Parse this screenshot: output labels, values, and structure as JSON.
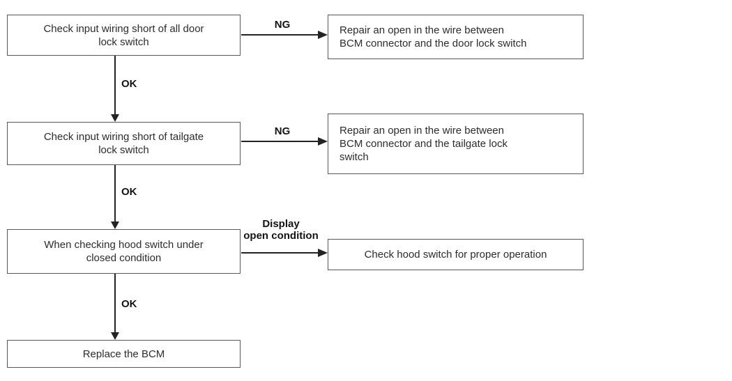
{
  "colors": {
    "background": "#ffffff",
    "box_border": "#565656",
    "line": "#232323",
    "text": "#2c2c2c",
    "label_text": "#141414"
  },
  "diagram": {
    "type": "flowchart",
    "rows": [
      {
        "check": "Check input wiring short of all door\nlock switch",
        "branch_label": "NG",
        "result": "Repair an open in the wire between\nBCM connector and the door lock switch",
        "down_label": "OK"
      },
      {
        "check": "Check input wiring short of tailgate\nlock switch",
        "branch_label": "NG",
        "result": "Repair an open in the wire between\nBCM connector and the tailgate lock\nswitch",
        "down_label": "OK"
      },
      {
        "check": "When checking hood switch under\nclosed condition",
        "branch_label": "Display\nopen condition",
        "result": "Check hood switch for proper operation",
        "down_label": "OK"
      }
    ],
    "final": "Replace the BCM"
  }
}
